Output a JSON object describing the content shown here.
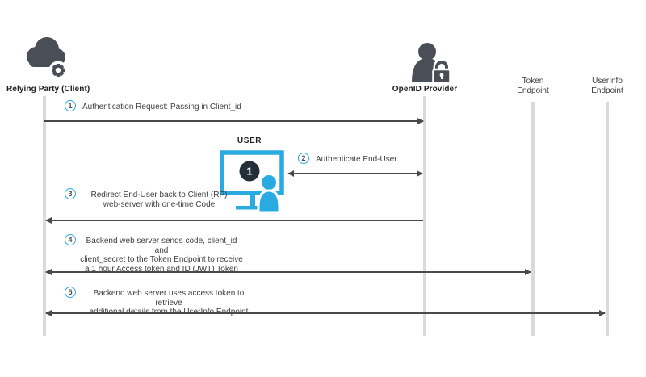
{
  "participants": [
    {
      "id": "relying-party",
      "label": "Relying Party (Client)",
      "icon": "cloud-gear-icon"
    },
    {
      "id": "openid-provider",
      "label": "OpenID Provider",
      "icon": "person-lock-icon"
    },
    {
      "id": "token-endpoint",
      "line1": "Token",
      "line2": "Endpoint"
    },
    {
      "id": "userinfo-endpoint",
      "line1": "UserInfo",
      "line2": "Endpoint"
    }
  ],
  "user": {
    "label": "USER",
    "screen_badge": "1",
    "icon": "monitor-person-icon"
  },
  "steps": [
    {
      "num": "1",
      "lines": [
        "Authentication Request: Passing in Client_id"
      ]
    },
    {
      "num": "2",
      "lines": [
        "Authenticate End-User"
      ]
    },
    {
      "num": "3",
      "lines": [
        "Redirect End-User back to Client (RP)",
        "web-server with one-time Code"
      ]
    },
    {
      "num": "4",
      "lines": [
        "Backend web server sends code, client_id and",
        "client_secret to the Token Endpoint to receive",
        "a 1 hour Access token and ID (JWT) Token"
      ]
    },
    {
      "num": "5",
      "lines": [
        "Backend web server uses access token to retrieve",
        "additional details from the UserInfo Endpoint"
      ]
    }
  ],
  "flows": [
    {
      "step": "1",
      "from": "Relying Party (Client)",
      "to": "OpenID Provider",
      "arrowheads": "right"
    },
    {
      "step": "2",
      "from": "USER",
      "to": "OpenID Provider",
      "arrowheads": "both"
    },
    {
      "step": "3",
      "from": "OpenID Provider",
      "to": "Relying Party (Client)",
      "arrowheads": "left"
    },
    {
      "step": "4",
      "from": "Relying Party (Client)",
      "to": "Token Endpoint",
      "arrowheads": "both"
    },
    {
      "step": "5",
      "from": "Relying Party (Client)",
      "to": "UserInfo Endpoint",
      "arrowheads": "both"
    }
  ],
  "colors": {
    "accent_cyan": "#29ABE2",
    "icon_dark": "#4A4F57",
    "lifeline_gray": "#DADADA",
    "arrow_dark": "#4A4A4A",
    "screen_badge_bg": "#222E38",
    "text_dark": "#404040"
  }
}
